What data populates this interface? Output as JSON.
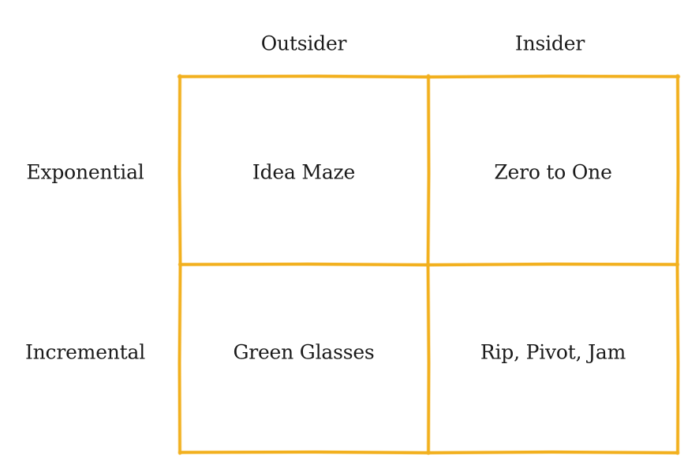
{
  "matrix": {
    "columns": [
      "Outsider",
      "Insider"
    ],
    "rows": [
      "Exponential",
      "Incremental"
    ],
    "cells": [
      [
        "Idea Maze",
        "Zero to One"
      ],
      [
        "Green Glasses",
        "Rip, Pivot, Jam"
      ]
    ],
    "line_color": "#F2B01E"
  }
}
